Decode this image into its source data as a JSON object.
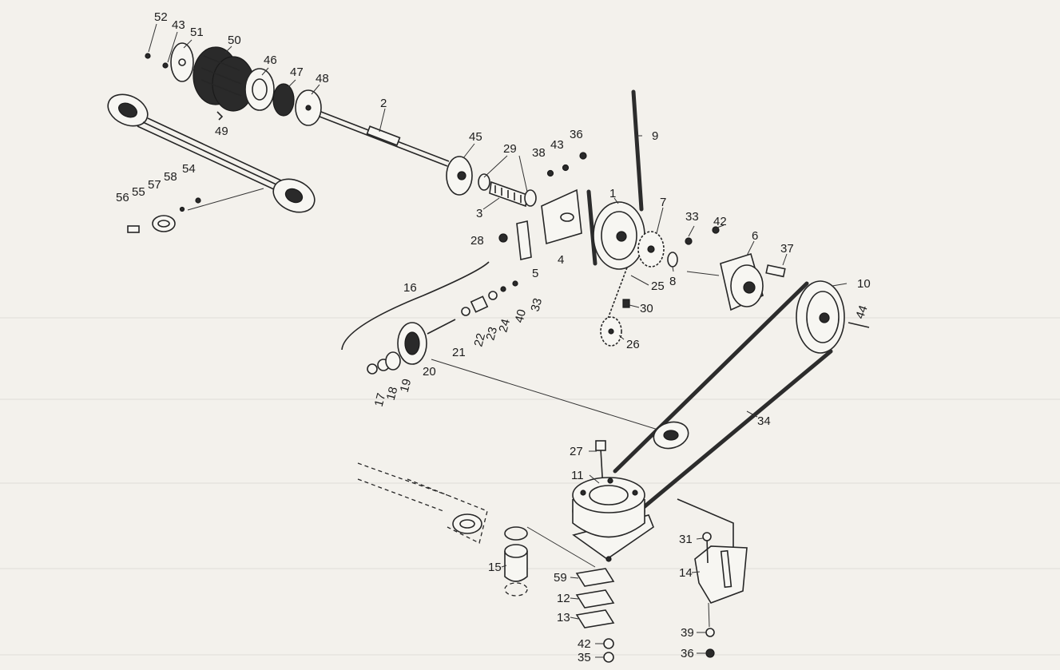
{
  "part_numbers": [
    "1",
    "2",
    "3",
    "4",
    "5",
    "6",
    "7",
    "8",
    "9",
    "10",
    "11",
    "12",
    "13",
    "14",
    "15",
    "16",
    "17",
    "18",
    "19",
    "20",
    "21",
    "22",
    "23",
    "24",
    "25",
    "26",
    "27",
    "28",
    "29",
    "30",
    "31",
    "33",
    "33",
    "34",
    "35",
    "36",
    "36",
    "37",
    "38",
    "39",
    "40",
    "42",
    "42",
    "43",
    "43",
    "44",
    "45",
    "46",
    "47",
    "48",
    "49",
    "50",
    "51",
    "52",
    "54",
    "55",
    "56",
    "57",
    "58",
    "59"
  ],
  "colors": {
    "ink": "#262626",
    "paper": "#f3f1ec"
  }
}
